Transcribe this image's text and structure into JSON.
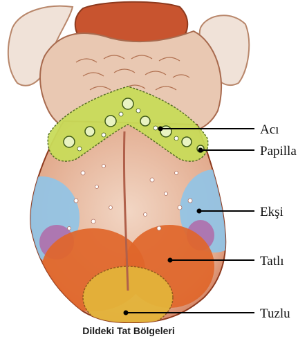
{
  "labels": {
    "aci": "Acı",
    "papilla": "Papilla",
    "eksi": "Ekşi",
    "tatli": "Tatlı",
    "tuzlu": "Tuzlu"
  },
  "caption": "Dildeki Tat Bölgeleri",
  "colors": {
    "tongue_base": "#e6b49a",
    "tongue_edge": "#c8542f",
    "bitter_zone": "#c9dc5a",
    "sour_zone": "#8fc4e8",
    "sweet_zone": "#e0662a",
    "salty_zone": "#e3b43a",
    "overlap_zone": "#b06aa8",
    "epiglottis": "#f1e6de"
  }
}
